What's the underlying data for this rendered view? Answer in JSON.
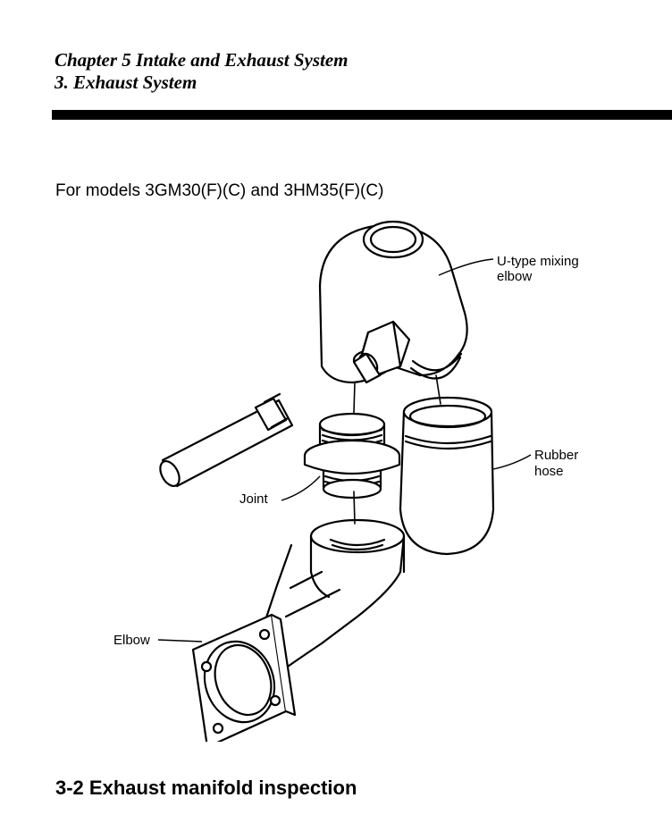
{
  "header": {
    "chapter": "Chapter 5 Intake and Exhaust System",
    "section": "3. Exhaust System"
  },
  "subtitle": "For models 3GM30(F)(C) and 3HM35(F)(C)",
  "figure": {
    "labels": {
      "mixing_elbow_line1": "U-type mixing",
      "mixing_elbow_line2": "elbow",
      "rubber_hose_line1": "Rubber",
      "rubber_hose_line2": "hose",
      "joint": "Joint",
      "elbow": "Elbow"
    }
  },
  "section_heading": "3-2 Exhaust manifold inspection"
}
